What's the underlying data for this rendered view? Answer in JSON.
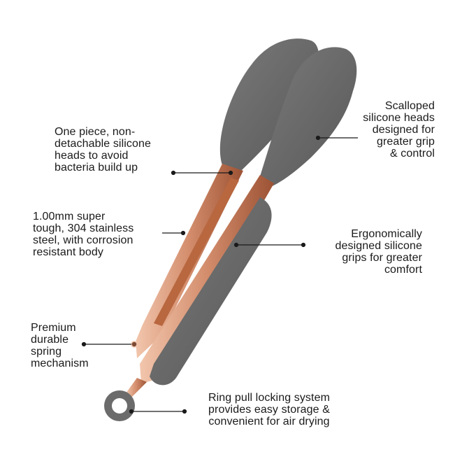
{
  "callouts": {
    "one_piece": "One piece, non-\ndetachable silicone\nheads to avoid\nbacteria build up",
    "scalloped": "Scalloped\nsilicone heads\ndesigned for\ngreater grip\n& control",
    "steel": "1.00mm super\ntough, 304 stainless\nsteel, with corrosion\nresistant body",
    "ergonomic": "Ergonomically\ndesigned silicone\ngrips for greater\ncomfort",
    "spring": "Premium\ndurable\nspring\nmechanism",
    "ring_pull": "Ring pull locking system\nprovides easy storage &\nconvenient for air drying"
  },
  "colors": {
    "silicone": "#6b6b6b",
    "silicone_dark": "#555555",
    "rose_gold": "#d89a7c",
    "rose_gold_dark": "#a8603f",
    "line": "#1a1a1a"
  }
}
